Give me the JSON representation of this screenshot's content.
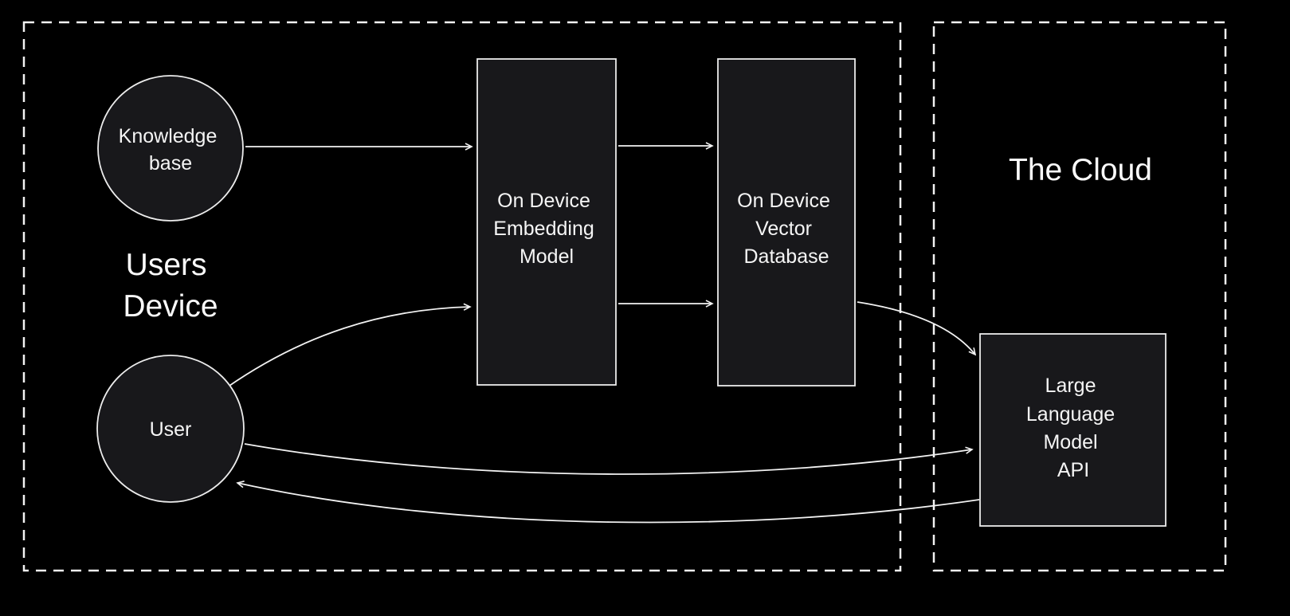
{
  "colors": {
    "background": "#000000",
    "node_fill": "#18181b",
    "stroke": "#f2f2f2",
    "text": "#f5f5f5"
  },
  "groups": {
    "users_device": {
      "label_lines": [
        "Users",
        "Device"
      ]
    },
    "cloud": {
      "label": "The Cloud"
    }
  },
  "nodes": {
    "knowledge_base": {
      "type": "circle",
      "lines": [
        "Knowledge",
        "base"
      ]
    },
    "user": {
      "type": "circle",
      "lines": [
        "User"
      ]
    },
    "embedding_model": {
      "type": "rectangle",
      "lines": [
        "On Device",
        "Embedding",
        "Model"
      ]
    },
    "vector_database": {
      "type": "rectangle",
      "lines": [
        "On Device",
        "Vector",
        "Database"
      ]
    },
    "llm_api": {
      "type": "rectangle",
      "lines": [
        "Large",
        "Language",
        "Model",
        "API"
      ]
    }
  },
  "edges": [
    {
      "from": "knowledge_base",
      "to": "embedding_model",
      "shape": "straight"
    },
    {
      "from": "embedding_model",
      "to": "vector_database",
      "shape": "straight",
      "position": "top"
    },
    {
      "from": "embedding_model",
      "to": "vector_database",
      "shape": "straight",
      "position": "bottom"
    },
    {
      "from": "user",
      "to": "embedding_model",
      "shape": "curved"
    },
    {
      "from": "vector_database",
      "to": "llm_api",
      "shape": "curved"
    },
    {
      "from": "user",
      "to": "llm_api",
      "shape": "curved"
    },
    {
      "from": "llm_api",
      "to": "user",
      "shape": "curved"
    }
  ]
}
